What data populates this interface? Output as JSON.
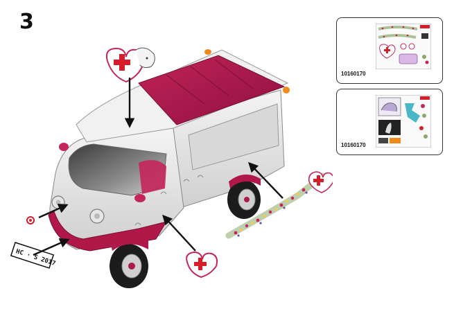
{
  "step": {
    "number": "3"
  },
  "license_plate": {
    "text": "HC · S 2017"
  },
  "panels": [
    {
      "code": "10160170"
    },
    {
      "code": "10160170"
    }
  ],
  "colors": {
    "magenta": "#b0184a",
    "body_white": "#e9e9e9",
    "orange": "#f08a1c",
    "red_cross": "#d61e2a"
  }
}
